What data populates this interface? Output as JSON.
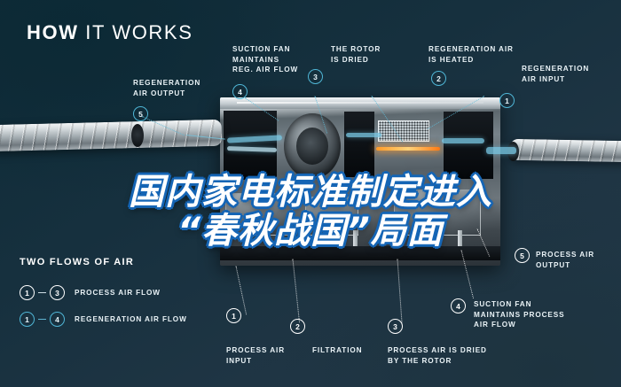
{
  "header": {
    "title_bold": "HOW",
    "title_light": " IT WORKS"
  },
  "colors": {
    "background": "#1e3242",
    "background_dark": "#0d2a36",
    "accent_cyan": "#4fb6d6",
    "marker_white": "#ffffff",
    "headline_outline": "#1565b5",
    "heater_glow": "#ff9a28"
  },
  "overlay_headline": {
    "line1": "国内家电标准制定进入",
    "line2": "“春秋战国”局面"
  },
  "callouts": [
    {
      "id": "regeneration-air-output",
      "number": "5",
      "ring": "cyan",
      "text": "REGENERATION\nAIR OUTPUT"
    },
    {
      "id": "suction-fan-reg",
      "number": "4",
      "ring": "cyan",
      "text": "SUCTION FAN\nMAINTAINS\nREG. AIR FLOW"
    },
    {
      "id": "rotor-is-dried",
      "number": "3",
      "ring": "cyan",
      "text": "THE ROTOR\nIS DRIED"
    },
    {
      "id": "regeneration-air-heated",
      "number": "2",
      "ring": "cyan",
      "text": "REGENERATION AIR\nIS HEATED"
    },
    {
      "id": "regeneration-air-input",
      "number": "1",
      "ring": "cyan",
      "text": "REGENERATION\nAIR INPUT"
    },
    {
      "id": "process-air-output",
      "number": "5",
      "ring": "white",
      "text": "PROCESS AIR\nOUTPUT"
    },
    {
      "id": "suction-fan-process",
      "number": "4",
      "ring": "white",
      "text": "SUCTION FAN\nMAINTAINS PROCESS\nAIR FLOW"
    },
    {
      "id": "process-air-dried",
      "number": "3",
      "ring": "white",
      "text": "PROCESS AIR IS DRIED\nBY THE ROTOR"
    },
    {
      "id": "filtration",
      "number": "2",
      "ring": "white",
      "text": "FILTRATION"
    },
    {
      "id": "process-air-input",
      "number": "1",
      "ring": "white",
      "text": "PROCESS AIR\nINPUT"
    }
  ],
  "legend": {
    "title": "TWO FLOWS OF AIR",
    "rows": [
      {
        "from": "1",
        "to": "3",
        "label": "PROCESS AIR FLOW",
        "ring": "white"
      },
      {
        "from": "1",
        "to": "4",
        "label": "REGENERATION AIR FLOW",
        "ring": "cyan"
      }
    ]
  }
}
